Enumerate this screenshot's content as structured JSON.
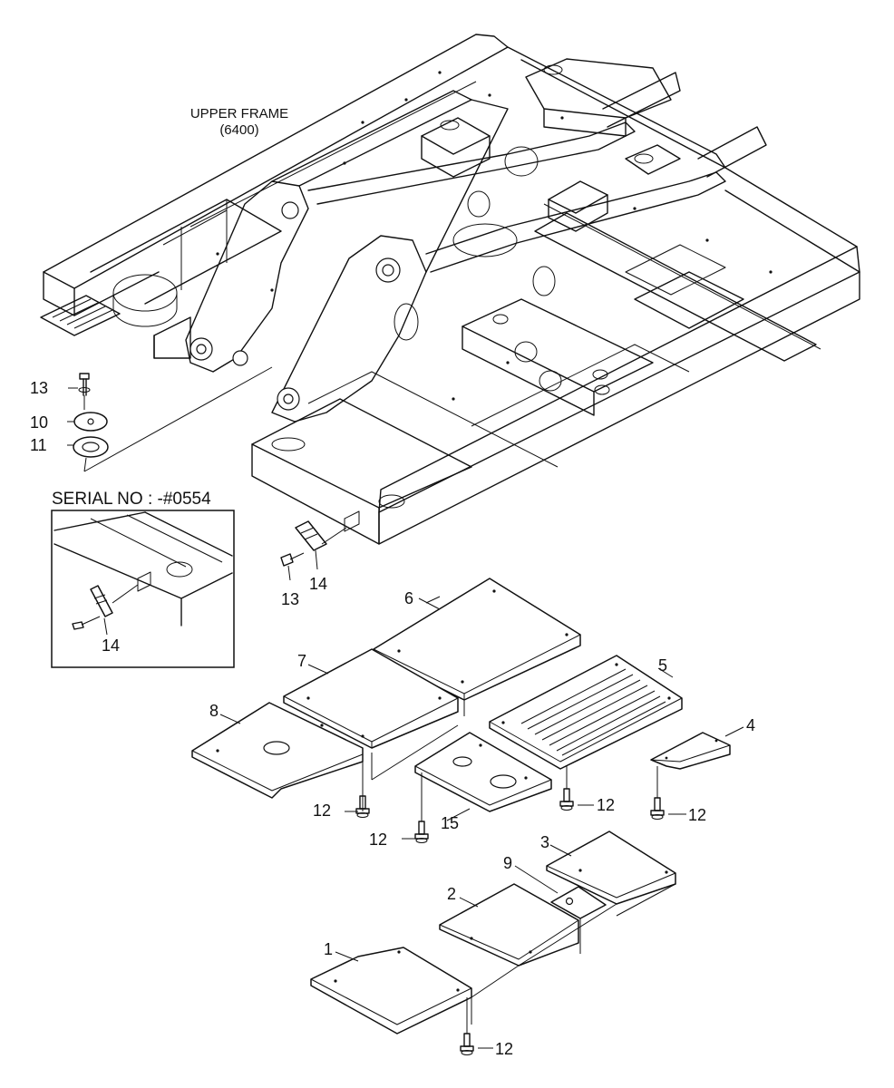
{
  "frame_label": {
    "line1": "UPPER FRAME",
    "line2": "(6400)"
  },
  "serial_label": "SERIAL NO : -#0554",
  "callouts": {
    "p1": "1",
    "p2": "2",
    "p3": "3",
    "p4": "4",
    "p5": "5",
    "p6": "6",
    "p7": "7",
    "p8": "8",
    "p9": "9",
    "p10": "10",
    "p11": "11",
    "p12a": "12",
    "p12b": "12",
    "p12c": "12",
    "p12d": "12",
    "p12e": "12",
    "p13a": "13",
    "p13b": "13",
    "p14a": "14",
    "p14b": "14",
    "p15": "15"
  }
}
